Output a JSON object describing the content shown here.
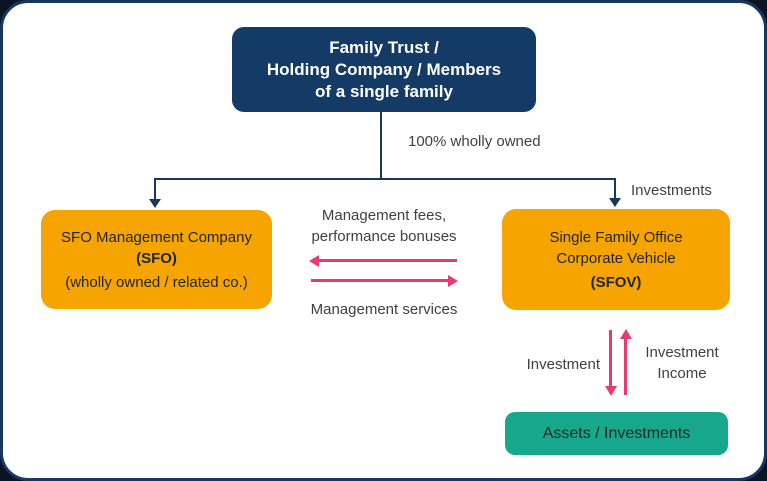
{
  "colors": {
    "navy": "#17375E",
    "orange": "#F5A400",
    "teal": "#16A78C",
    "pink": "#E83A6F",
    "label_gray": "#404040",
    "panel_bg": "#ffffff"
  },
  "nodes": {
    "family_trust": {
      "lines": [
        "Family Trust /",
        "Holding Company / Members",
        "of a single family"
      ]
    },
    "sfo": {
      "lines": [
        "SFO Management Company",
        "(SFO)",
        "(wholly owned / related co.)"
      ]
    },
    "sfov": {
      "lines": [
        "Single Family Office",
        "Corporate Vehicle",
        "(SFOV)"
      ]
    },
    "assets": {
      "label": "Assets / Investments"
    }
  },
  "labels": {
    "ownership": "100% wholly owned",
    "investments": "Investments",
    "management_fees_line1": "Management fees,",
    "management_fees_line2": "performance bonuses",
    "management_services": "Management services",
    "investment": "Investment",
    "investment_income_line1": "Investment",
    "investment_income_line2": "Income"
  }
}
